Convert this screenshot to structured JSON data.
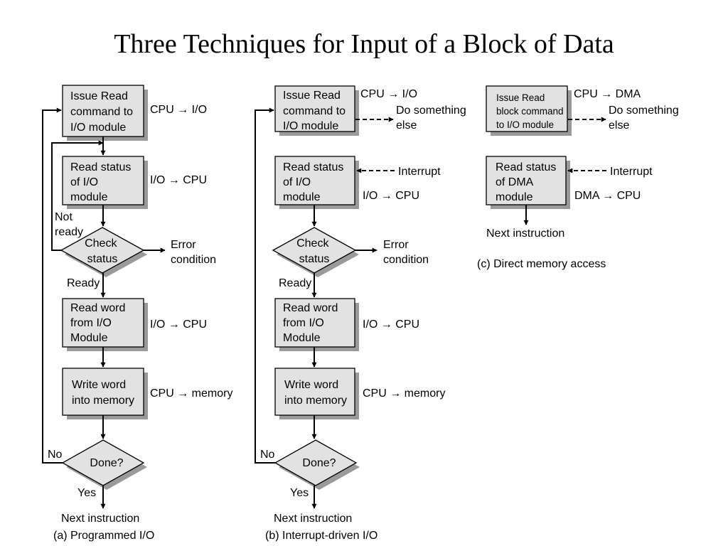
{
  "title": "Three Techniques for Input of a Block of Data",
  "arrow_glyph": "→",
  "panel_a": {
    "caption": "(a) Programmed I/O",
    "issue_box": [
      "Issue Read",
      "command to",
      "I/O module"
    ],
    "issue_note": "CPU → I/O",
    "read_status_box": [
      "Read status",
      "of I/O",
      "module"
    ],
    "read_status_note": "I/O → CPU",
    "not_ready": [
      "Not",
      "ready"
    ],
    "check_box": [
      "Check",
      "status"
    ],
    "error": [
      "Error",
      "condition"
    ],
    "ready": "Ready",
    "read_word_box": [
      "Read word",
      "from I/O",
      "Module"
    ],
    "read_word_note": "I/O → CPU",
    "write_word_box": [
      "Write word",
      "into memory"
    ],
    "write_word_note": "CPU → memory",
    "no": "No",
    "done": "Done?",
    "yes": "Yes",
    "next": "Next instruction"
  },
  "panel_b": {
    "caption": "(b) Interrupt-driven I/O",
    "issue_box": [
      "Issue Read",
      "command to",
      "I/O module"
    ],
    "issue_note": "CPU → I/O",
    "do_something": [
      "Do something",
      "else"
    ],
    "read_status_box": [
      "Read status",
      "of I/O",
      "module"
    ],
    "interrupt": "Interrupt",
    "read_status_note": "I/O → CPU",
    "check_box": [
      "Check",
      "status"
    ],
    "error": [
      "Error",
      "condition"
    ],
    "ready": "Ready",
    "read_word_box": [
      "Read word",
      "from I/O",
      "Module"
    ],
    "read_word_note": "I/O → CPU",
    "write_word_box": [
      "Write word",
      "into memory"
    ],
    "write_word_note": "CPU → memory",
    "no": "No",
    "done": "Done?",
    "yes": "Yes",
    "next": "Next instruction"
  },
  "panel_c": {
    "caption": "(c) Direct memory access",
    "issue_box": [
      "Issue Read",
      "block command",
      "to I/O module"
    ],
    "issue_note": "CPU → DMA",
    "do_something": [
      "Do something",
      "else"
    ],
    "read_status_box": [
      "Read status",
      "of DMA",
      "module"
    ],
    "interrupt": "Interrupt",
    "read_status_note": "DMA → CPU",
    "next": "Next instruction"
  }
}
